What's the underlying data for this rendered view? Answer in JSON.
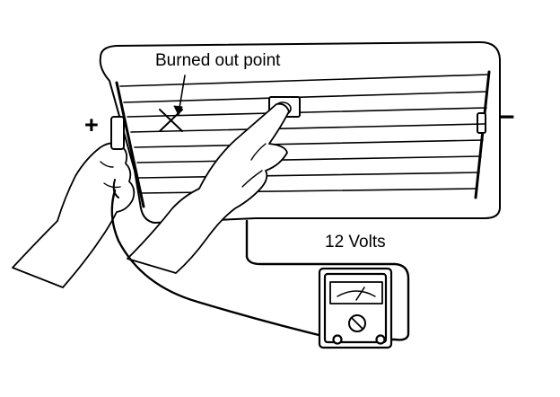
{
  "labels": {
    "burned_out_point": "Burned out point",
    "voltage": "12 Volts",
    "positive": "+",
    "negative": "−"
  },
  "colors": {
    "ink": "#000000",
    "background": "#ffffff"
  },
  "icons": [
    "rear-window-glass",
    "defogger-grid-line",
    "burned-out-x-mark",
    "voltmeter",
    "test-lead",
    "hand-holding-probe",
    "hand-pointing-probe"
  ]
}
